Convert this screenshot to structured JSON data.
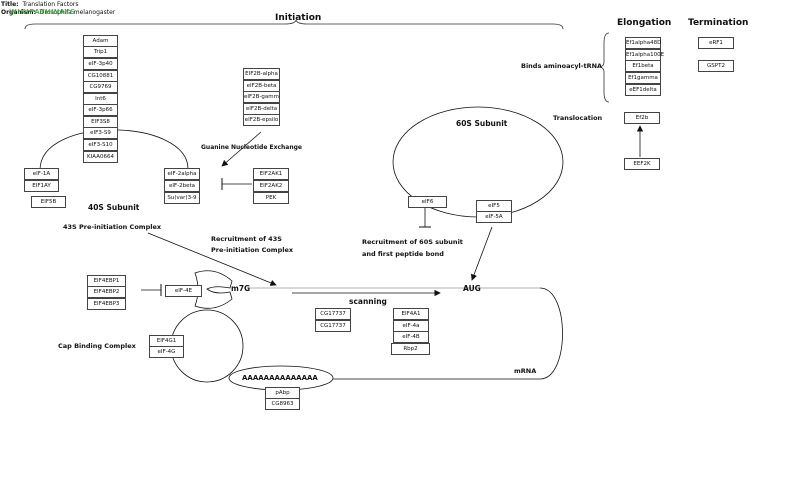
{
  "header": {
    "title_key": "Title:",
    "title_value": "Translation Factors",
    "organism_key": "Organism:",
    "organism_value": "Drosophila melanogaster",
    "watermark": "WIKIPATHWAYS"
  },
  "sections": {
    "initiation": "Initiation",
    "elongation": "Elongation",
    "termination": "Termination"
  },
  "labels": {
    "subunit_40s": "40S Subunit",
    "pic_43s": "43S Pre-initiation Complex",
    "recruitment_43s_1": "Recruitment of 43S",
    "recruitment_43s_2": "Pre-initiation Complex",
    "gne": "Guanine Nucleotide Exchange",
    "subunit_60s": "60S Subunit",
    "recruitment_60s_1": "Recruitment of 60S subunit",
    "recruitment_60s_2": "and first peptide bond",
    "binds_trna": "Binds aminoacyl-tRNA",
    "translocation": "Translocation",
    "cap_binding": "Cap Binding Complex",
    "m7g": "m7G",
    "aug": "AUG",
    "scanning": "scanning",
    "mrna": "mRNA",
    "polya": "AAAAAAAAAAAAAA"
  },
  "genes": {
    "eif3_complex": [
      "Adam",
      "Trip1",
      "eIF-3p40",
      "CG10881",
      "CG9769",
      "Int6",
      "eIF-3p66",
      "EIF3S8",
      "eIF3-S9",
      "eIF3-S10",
      "KIAA0664"
    ],
    "eif1_group": [
      "eIF-1A",
      "EIF1AY",
      "EIF5B"
    ],
    "eif2_group": [
      "eIF-2alpha",
      "eIF-2beta",
      "Su(var)3-9"
    ],
    "eif2b": [
      "EIF2B-alpha",
      "eIF2B-beta",
      "eIF2B-gamm",
      "eIF2B-delta",
      "eIF2B-epsilo"
    ],
    "eif2ak": [
      "EIF2AK1",
      "EIF2AK2",
      "PEK"
    ],
    "eif6": "eIF6",
    "eif5": [
      "eIF5",
      "eIF-5A"
    ],
    "elong_alpha": [
      "Ef1alpha48D",
      "Ef1alpha100E",
      "Ef1beta",
      "Ef1gamma",
      "eEF1delta"
    ],
    "ef2b": "Ef2b",
    "eef2k": "EEF2K",
    "erf1": "eRF1",
    "gspt2": "GSPT2",
    "eif4ebp": [
      "EIF4EBP1",
      "EIF4EBP2",
      "EIF4EBP3"
    ],
    "eif4e": "eIF-4E",
    "eif4g": [
      "EIF4G1",
      "eIF-4G"
    ],
    "cg17737": [
      "CG17737",
      "CG17737"
    ],
    "eif4a": [
      "EIF4A1",
      "eIF-4a",
      "eIF-4B",
      "Rbp2"
    ],
    "pabp": [
      "pAbp",
      "CG8963"
    ]
  }
}
